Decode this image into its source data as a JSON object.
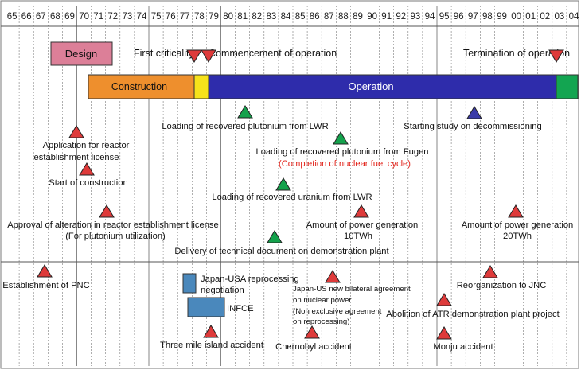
{
  "years": [
    "65",
    "66",
    "67",
    "68",
    "69",
    "70",
    "71",
    "72",
    "73",
    "74",
    "75",
    "76",
    "77",
    "78",
    "79",
    "80",
    "81",
    "82",
    "83",
    "84",
    "85",
    "86",
    "87",
    "88",
    "89",
    "90",
    "91",
    "92",
    "93",
    "94",
    "95",
    "96",
    "97",
    "98",
    "99",
    "00",
    "01",
    "02",
    "03",
    "04"
  ],
  "colors": {
    "design": "#dc7f98",
    "construction": "#ee8f2d",
    "criticality": "#f6e21b",
    "operation": "#2e2cab",
    "termination": "#13a551",
    "triangle_red": "#de3a3a",
    "triangle_green": "#14a24c",
    "triangle_blue": "#3a3aa8",
    "negotiation_box": "#4a88bc",
    "grid": "#7a7a7a"
  },
  "bars": {
    "design": "Design",
    "construction": "Construction",
    "operation": "Operation"
  },
  "milestones": {
    "first_criticality": "First criticality",
    "commencement": "Commencement of operation",
    "termination": "Termination of operation"
  },
  "reactor_events": {
    "application_1": "Application for reactor",
    "application_2": "establishment license",
    "start_construction": "Start of construction",
    "approval_1": "Approval of alteration in reactor establishment license",
    "approval_2": "(For plutonium utilization)",
    "loading_lwr": "Loading of recovered plutonium from LWR",
    "loading_fugen": "Loading of recovered plutonium from Fugen",
    "fuel_cycle": "(Completion of nuclear fuel cycle)",
    "loading_uranium": "Loading of recovered uranium from LWR",
    "delivery": "Delivery of technical document on demonstration plant",
    "power_10_1": "Amount of power generation",
    "power_10_2": "10TWh",
    "decommissioning": "Starting study on decommissioning",
    "power_20_1": "Amount of power generation",
    "power_20_2": "20TWh"
  },
  "external_events": {
    "pnc": "Establishment of PNC",
    "japan_usa_1": "Japan-USA reprocessing",
    "japan_usa_2": "negotiation",
    "infce": "INFCE",
    "tmi": "Three mile island accident",
    "bilateral_1": "Japan-US new bilateral agreement",
    "bilateral_2": "on nuclear power",
    "bilateral_3": "(Non exclusive agreement",
    "bilateral_4": "on reprocessing)",
    "chernobyl": "Chernobyl accident",
    "jnc": "Reorganization to JNC",
    "atr": "Abolition of ATR demonstration plant project",
    "monju": "Monju accident"
  }
}
